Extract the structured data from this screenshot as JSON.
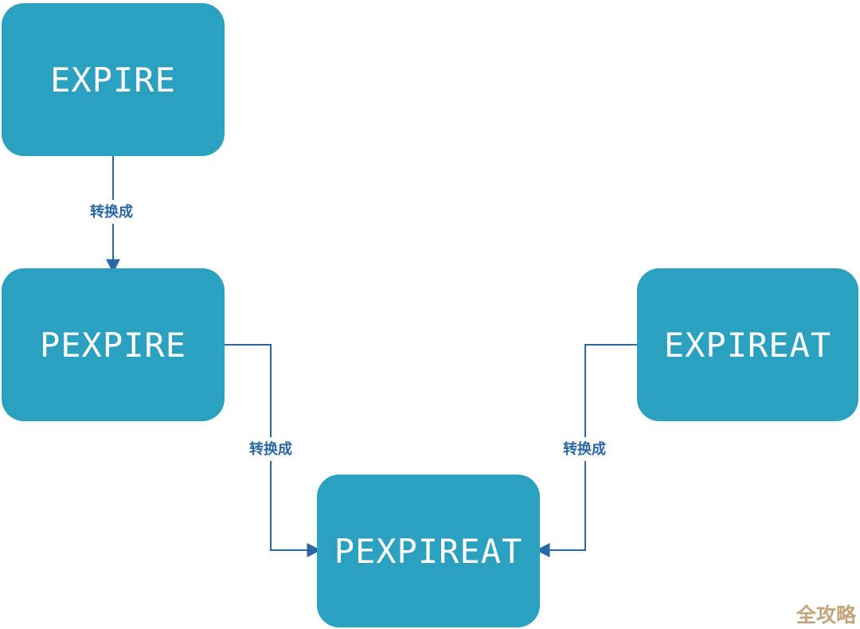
{
  "diagram": {
    "nodes": [
      {
        "id": "expire",
        "label": "EXPIRE"
      },
      {
        "id": "pexpire",
        "label": "PEXPIRE"
      },
      {
        "id": "expireat",
        "label": "EXPIREAT"
      },
      {
        "id": "pexpireat",
        "label": "PEXPIREAT"
      }
    ],
    "edges": [
      {
        "from": "expire",
        "to": "pexpire",
        "label": "转换成"
      },
      {
        "from": "pexpire",
        "to": "pexpireat",
        "label": "转换成"
      },
      {
        "from": "expireat",
        "to": "pexpireat",
        "label": "转换成"
      }
    ]
  },
  "watermark": {
    "text": "全攻略"
  },
  "colors": {
    "node-fill": "#2CA0BF",
    "node-text": "#FFFFFF",
    "edge-line": "#2A68A5",
    "edge-label": "#2A68A5",
    "watermark": "#C2A47D",
    "background": "#FFFFFF"
  }
}
